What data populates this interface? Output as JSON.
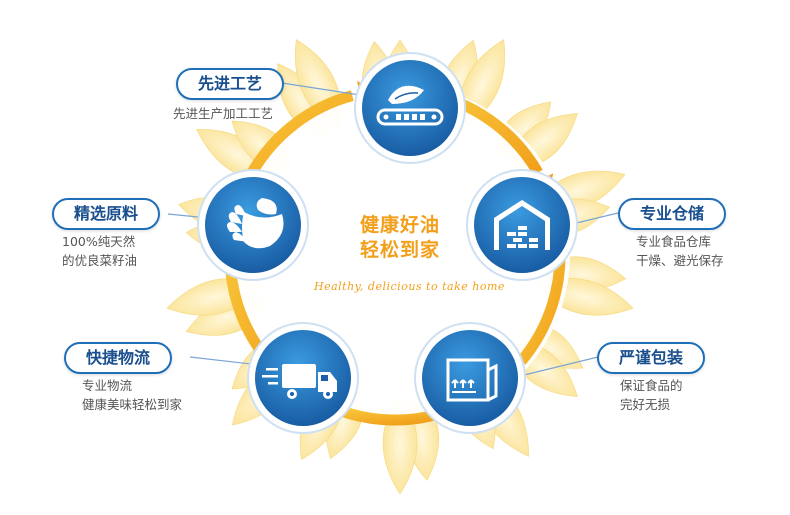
{
  "center": {
    "line1": "健康好油",
    "line2": "轻松到家",
    "slogan": "Healthy, delicious to take home"
  },
  "steps": [
    {
      "title": "先进工艺",
      "desc": [
        "先进生产加工工艺"
      ],
      "icon": "conveyor-belt-seed-icon"
    },
    {
      "title": "专业仓储",
      "desc": [
        "专业食品仓库",
        "干燥、避光保存"
      ],
      "icon": "warehouse-icon"
    },
    {
      "title": "严谨包装",
      "desc": [
        "保证食品的",
        "完好无损"
      ],
      "icon": "package-box-icon"
    },
    {
      "title": "快捷物流",
      "desc": [
        "专业物流",
        "健康美味轻松到家"
      ],
      "icon": "delivery-truck-icon"
    },
    {
      "title": "精选原料",
      "desc": [
        "100%纯天然",
        "的优良菜籽油"
      ],
      "icon": "hand-holding-seed-icon"
    }
  ],
  "colors": {
    "blue_dark": "#1a5fa8",
    "blue_light": "#2f8fd8",
    "orange": "#f2a01c",
    "arrow_yellow": "#f6b820",
    "petal": "#fbe38a"
  }
}
